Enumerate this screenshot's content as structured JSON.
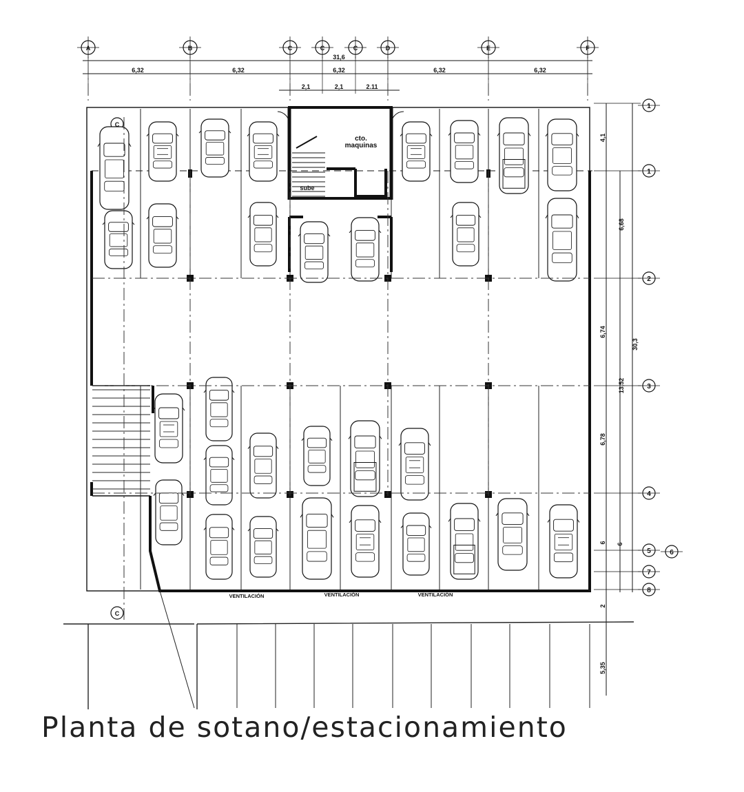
{
  "title": "Planta de sotano/estacionamiento",
  "grid_columns": [
    {
      "label": "A"
    },
    {
      "label": "B"
    },
    {
      "label": "C"
    },
    {
      "label": "C"
    },
    {
      "label": "C"
    },
    {
      "label": "D"
    },
    {
      "label": "E"
    },
    {
      "label": "F"
    }
  ],
  "grid_rows": [
    {
      "label": "1"
    },
    {
      "label": "1"
    },
    {
      "label": "2"
    },
    {
      "label": "3"
    },
    {
      "label": "4"
    },
    {
      "label": "5"
    },
    {
      "label": "6"
    },
    {
      "label": "7"
    },
    {
      "label": "8"
    }
  ],
  "section_marks": [
    "C",
    "C"
  ],
  "dimensions": {
    "overall_width": "31,6",
    "bays": [
      "6,32",
      "6,32",
      "6,32",
      "6,32",
      "6,32"
    ],
    "sub_bays": [
      "2,1",
      "2,1",
      "2.11"
    ],
    "right_segments": [
      "4,1",
      "6,68",
      "6,74",
      "6,78",
      "6",
      "6"
    ],
    "right_totals": [
      "13,52",
      "30,3"
    ],
    "lower": [
      "2",
      "5,35"
    ]
  },
  "rooms": {
    "machine_room": [
      "cto.",
      "maquinas"
    ],
    "stair": "sube"
  },
  "ventilation_label": "VENTILACIÓN",
  "colors": {
    "ink": "#111111",
    "paper": "#ffffff"
  }
}
